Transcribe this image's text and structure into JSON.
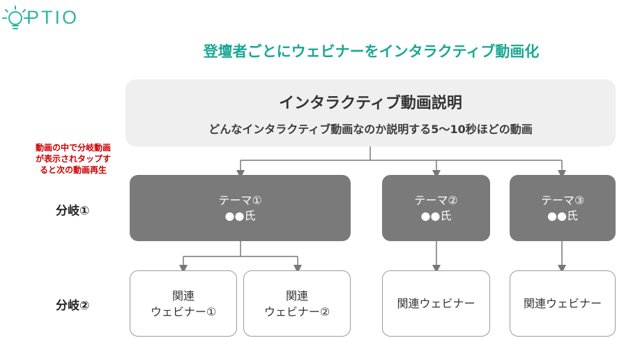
{
  "logo": {
    "text": "PTIO"
  },
  "headline": "登壇者ごとにウェビナーをインタラクティブ動画化",
  "top": {
    "title": "インタラクティブ動画説明",
    "subtitle": "どんなインタラクティブ動画なのか説明する5〜10秒ほどの動画"
  },
  "note": {
    "lines": [
      "動画の中で分岐動画",
      "が表示されタップす",
      "ると次の動画再生"
    ]
  },
  "rows": {
    "branch1": "分岐①",
    "branch2": "分岐②"
  },
  "themes": [
    {
      "title": "テーマ①",
      "speaker": "●●氏"
    },
    {
      "title": "テーマ②",
      "speaker": "●●氏"
    },
    {
      "title": "テーマ③",
      "speaker": "●●氏"
    }
  ],
  "related": [
    {
      "line1": "関連",
      "line2": "ウェビナー①"
    },
    {
      "line1": "関連",
      "line2": "ウェビナー②"
    },
    {
      "line1": "関連ウェビナー"
    },
    {
      "line1": "関連ウェビナー"
    }
  ],
  "colors": {
    "accent": "#1aa893",
    "note": "#cc0000",
    "theme_box": "#7a7a7a",
    "top_box": "#efefef"
  }
}
